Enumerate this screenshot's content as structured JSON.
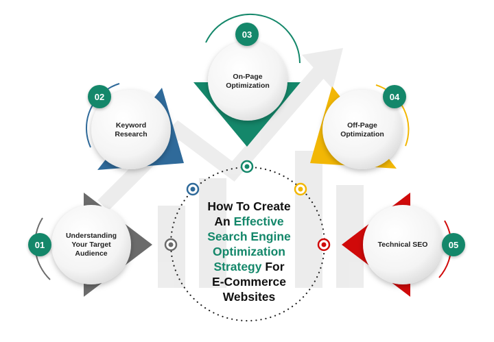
{
  "title": {
    "line1": "How To Create",
    "line2_pre": "An ",
    "line2_hl": "Effective",
    "line3_hl": "Search Engine",
    "line4_hl": "Optimization",
    "line5_hl": "Strategy",
    "line5_post": " For",
    "line6": "E-Commerce",
    "line7": "Websites"
  },
  "colors": {
    "green": "#14876a",
    "blue": "#2f6a9a",
    "yellow": "#f2b705",
    "red": "#d00a0a",
    "gray": "#6b6b6b"
  },
  "nodes": [
    {
      "number": "01",
      "label_line1": "Understanding",
      "label_line2": "Your Target",
      "label_line3": "Audience",
      "color": "gray"
    },
    {
      "number": "02",
      "label_line1": "Keyword",
      "label_line2": "Research",
      "label_line3": "",
      "color": "blue"
    },
    {
      "number": "03",
      "label_line1": "On-Page",
      "label_line2": "Optimization",
      "label_line3": "",
      "color": "green"
    },
    {
      "number": "04",
      "label_line1": "Off-Page",
      "label_line2": "Optimization",
      "label_line3": "",
      "color": "yellow"
    },
    {
      "number": "05",
      "label_line1": "Technical SEO",
      "label_line2": "",
      "label_line3": "",
      "color": "red"
    }
  ]
}
